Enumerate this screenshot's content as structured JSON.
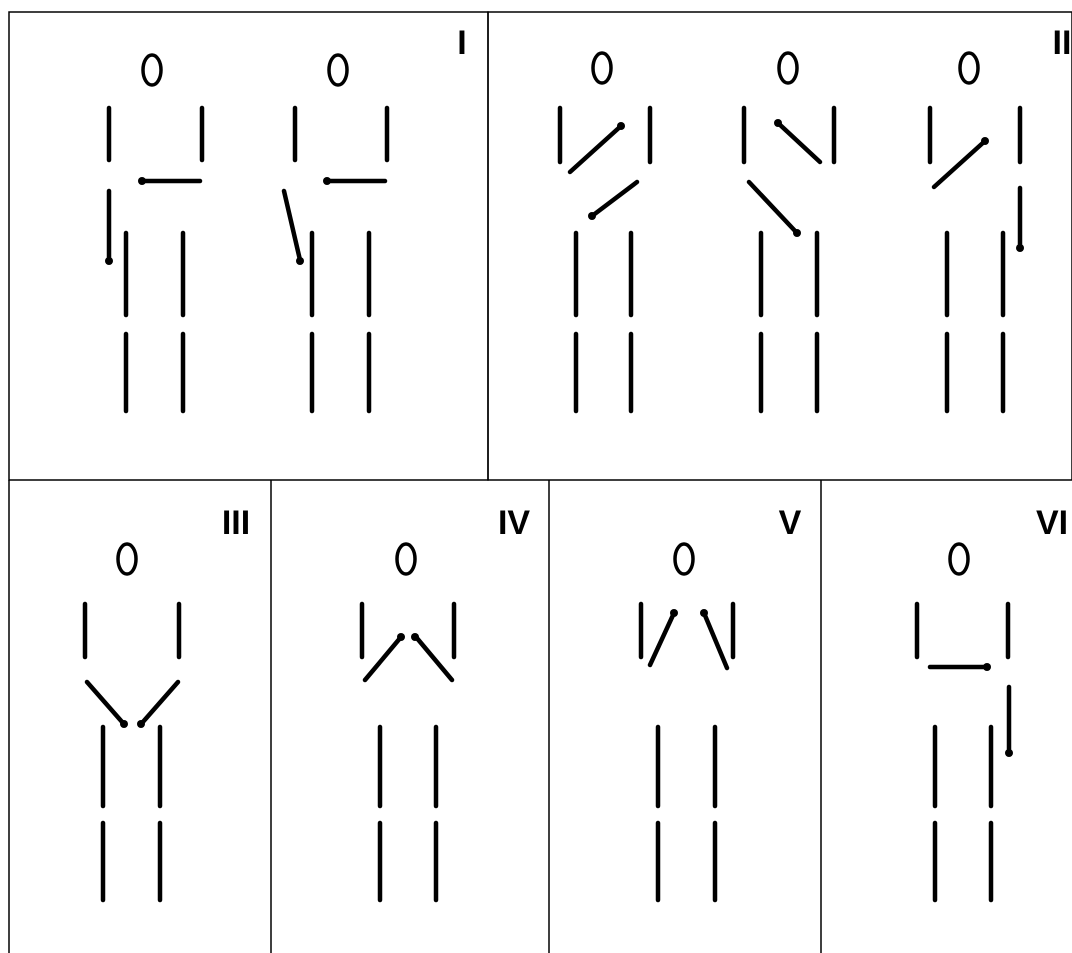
{
  "panels": [
    {
      "id": "p1",
      "label": "I"
    },
    {
      "id": "p2",
      "label": "II"
    },
    {
      "id": "p3",
      "label": "III"
    },
    {
      "id": "p4",
      "label": "IV"
    },
    {
      "id": "p5",
      "label": "V"
    },
    {
      "id": "p6",
      "label": "VI"
    }
  ]
}
